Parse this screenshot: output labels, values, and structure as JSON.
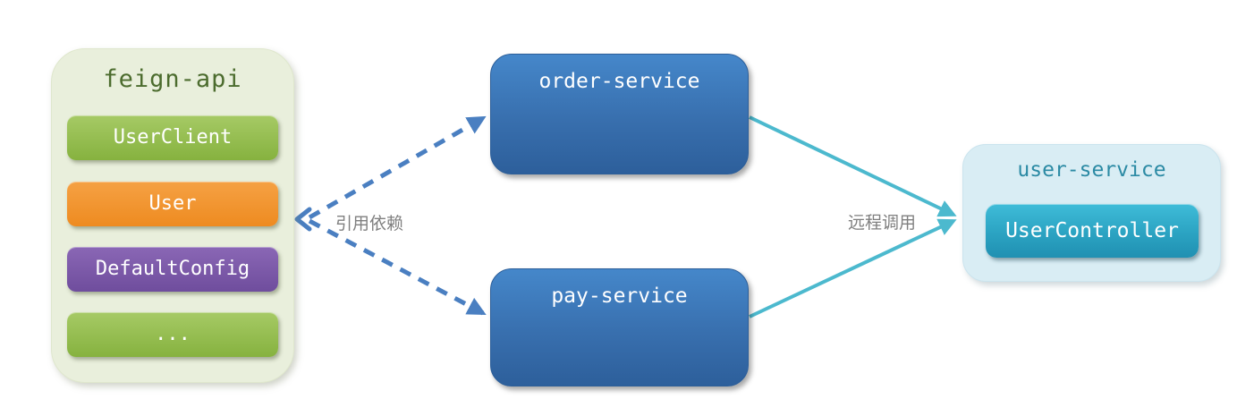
{
  "feign": {
    "title": "feign-api",
    "items": [
      {
        "label": "UserClient",
        "color": "#8db84a"
      },
      {
        "label": "User",
        "color": "#f0912d"
      },
      {
        "label": "DefaultConfig",
        "color": "#7a57a8"
      },
      {
        "label": "...",
        "color": "#8db84a"
      }
    ]
  },
  "order_service": {
    "label": "order-service",
    "color": "#3a77b8"
  },
  "pay_service": {
    "label": "pay-service",
    "color": "#3a77b8"
  },
  "user_service": {
    "title": "user-service",
    "controller_label": "UserController",
    "panel_color": "#d9edf4",
    "controller_color": "#2fa9c7"
  },
  "edges": {
    "dependency": {
      "label": "引用依赖",
      "style": "dashed",
      "color": "#4a7fc1"
    },
    "remote_call": {
      "label": "远程调用",
      "style": "solid",
      "color": "#4cb9ce"
    }
  }
}
